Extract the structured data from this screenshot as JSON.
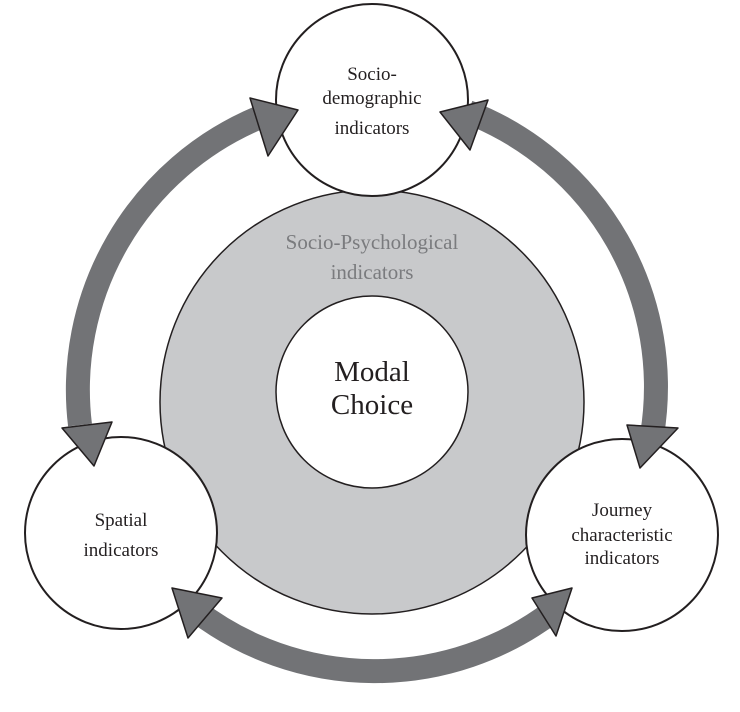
{
  "diagram": {
    "center": {
      "line1": "Modal",
      "line2": "Choice"
    },
    "ring": {
      "line1": "Socio-Psychological",
      "line2": "indicators"
    },
    "nodes": {
      "top": {
        "line1": "Socio-",
        "line2": "demographic",
        "line3": "indicators"
      },
      "left": {
        "line1": "Spatial",
        "line2": "indicators"
      },
      "right": {
        "line1": "Journey",
        "line2": "characteristic",
        "line3": "indicators"
      }
    },
    "colors": {
      "ring_fill": "#c8c9cb",
      "arrow_fill": "#727376",
      "outline": "#231f20",
      "ring_text": "#7a7b7e"
    }
  }
}
